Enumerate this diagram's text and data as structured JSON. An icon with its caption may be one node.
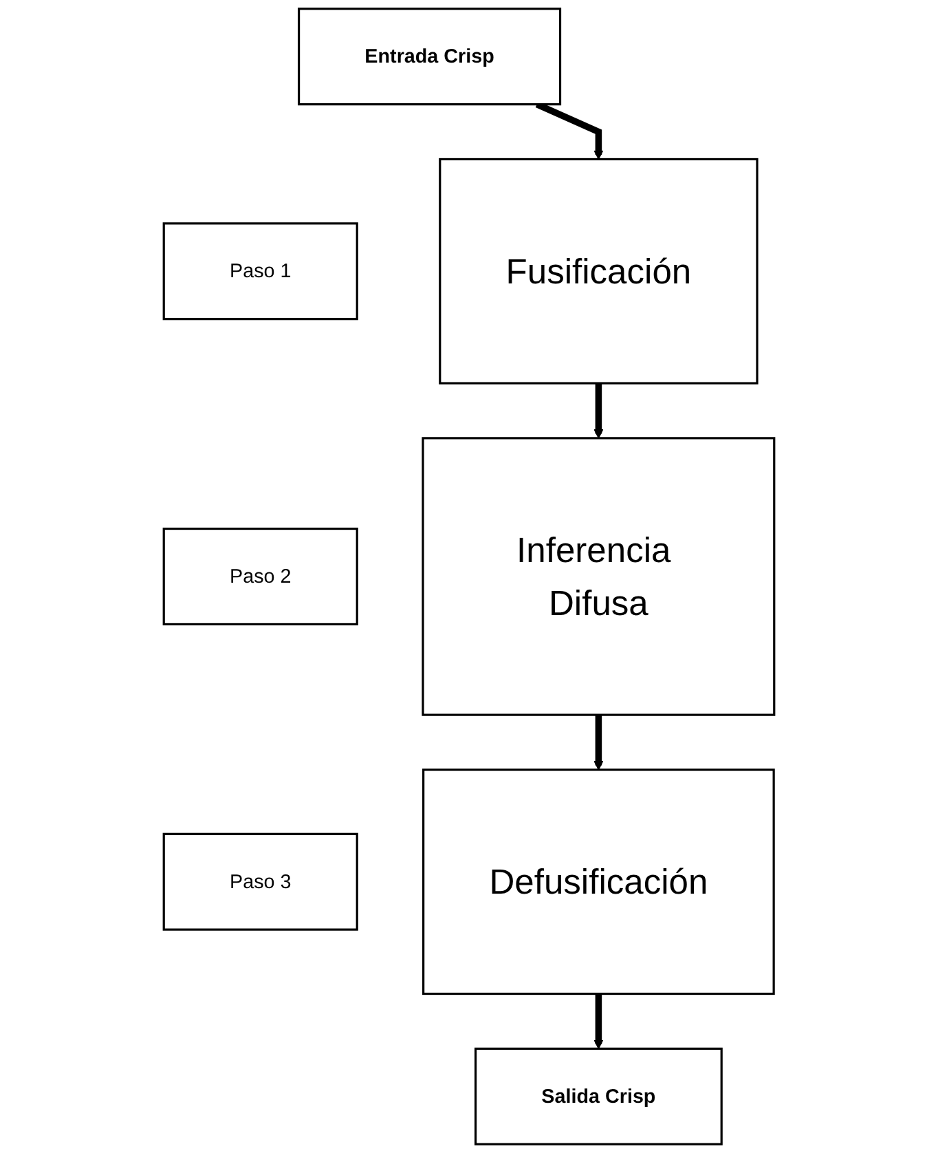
{
  "diagram": {
    "nodes": [
      {
        "text": [
          "Entrada Crisp"
        ]
      },
      {
        "text": [
          "Paso 1"
        ]
      },
      {
        "text": [
          "Fusificación"
        ]
      },
      {
        "text": [
          "Paso 2"
        ]
      },
      {
        "text": [
          "Inferencia Difusa"
        ]
      },
      {
        "text": [
          "Paso 3"
        ]
      },
      {
        "text": [
          "Defusificación"
        ]
      },
      {
        "text": [
          "Salida Crisp"
        ]
      }
    ],
    "edges": [
      {
        "from": 0,
        "to": 2,
        "arrow": "to"
      },
      {
        "from": 2,
        "to": 4,
        "arrow": "to"
      },
      {
        "from": 4,
        "to": 6,
        "arrow": "to"
      },
      {
        "from": 6,
        "to": 7,
        "arrow": "to"
      }
    ]
  }
}
